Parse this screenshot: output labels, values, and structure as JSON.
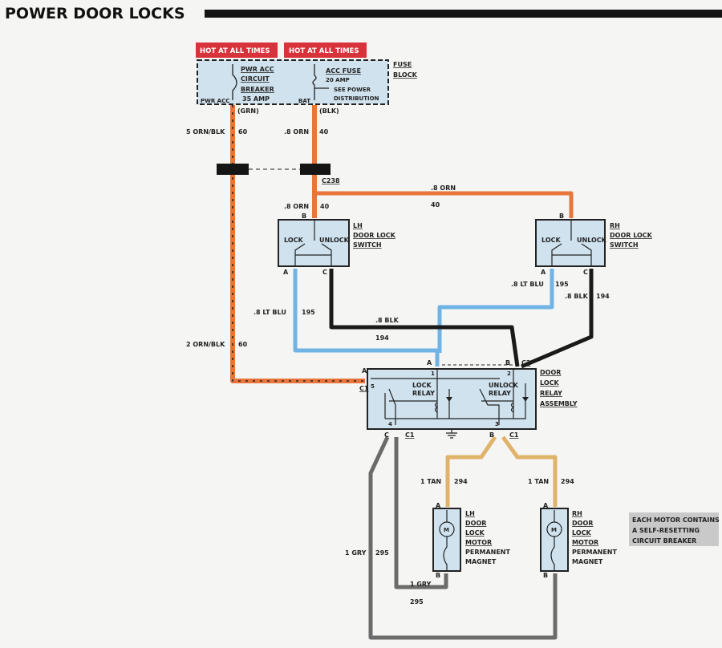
{
  "title": "POWER DOOR LOCKS",
  "colors": {
    "orange": "#e8753a",
    "black": "#1a1a1a",
    "lt_blue": "#6fb4e4",
    "tan": "#e0b36a",
    "gray": "#6b6b6b",
    "hot_label": "#d8333a",
    "component": "#cfe2ee"
  },
  "fuse_block": {
    "hot_labels": [
      "HOT AT ALL TIMES",
      "HOT AT ALL TIMES"
    ],
    "label": [
      "FUSE",
      "BLOCK"
    ],
    "breaker": [
      "PWR ACC",
      "CIRCUIT",
      "BREAKER"
    ],
    "breaker_rating": "35 AMP",
    "breaker_terminal": "PWR ACC",
    "breaker_conn": "(GRN)",
    "fuse": "ACC FUSE",
    "fuse_rating": "20 AMP",
    "fuse_terminal": "BAT",
    "fuse_conn": "(BLK)",
    "see_power": [
      "SEE POWER",
      "DISTRIBUTION"
    ]
  },
  "wires": {
    "w60_top": {
      "gauge": "5 ORN/BLK",
      "circuit": "60"
    },
    "w60_bottom": {
      "gauge": "2 ORN/BLK",
      "circuit": "60"
    },
    "w40_top": {
      "gauge": ".8 ORN",
      "circuit": "40"
    },
    "w40_lh": {
      "gauge": ".8 ORN",
      "circuit": "40"
    },
    "w40_rh": {
      "gauge": ".8 ORN",
      "circuit": "40"
    },
    "w195_lh": {
      "gauge": ".8 LT BLU",
      "circuit": "195"
    },
    "w195_rh": {
      "gauge": ".8 LT BLU",
      "circuit": "195"
    },
    "w194_mid": {
      "gauge": ".8 BLK",
      "circuit": "194"
    },
    "w194_rh": {
      "gauge": ".8 BLK",
      "circuit": "194"
    },
    "w294_lh": {
      "gauge": "1 TAN",
      "circuit": "294"
    },
    "w294_rh": {
      "gauge": "1 TAN",
      "circuit": "294"
    },
    "w295_left": {
      "gauge": "1 GRY",
      "circuit": "295"
    },
    "w295_bottom": {
      "gauge": "1 GRY",
      "circuit": "295"
    }
  },
  "connector_c238": "C238",
  "lh_switch": {
    "label": [
      "LH",
      "DOOR LOCK",
      "SWITCH"
    ],
    "lock": "LOCK",
    "unlock": "UNLOCK",
    "pins": [
      "B",
      "A",
      "C"
    ]
  },
  "rh_switch": {
    "label": [
      "RH",
      "DOOR LOCK",
      "SWITCH"
    ],
    "lock": "LOCK",
    "unlock": "UNLOCK",
    "pins": [
      "B",
      "A",
      "C"
    ]
  },
  "relay": {
    "label": [
      "DOOR",
      "LOCK",
      "RELAY",
      "ASSEMBLY"
    ],
    "lock_relay": [
      "LOCK",
      "RELAY"
    ],
    "unlock_relay": [
      "UNLOCK",
      "RELAY"
    ],
    "pins": {
      "A_c2": "A",
      "B_c2": "B",
      "c2": "C2",
      "A_c1": "A",
      "c1_left": "C1",
      "C_c1": "C",
      "c1_c": "C1",
      "B_c1": "B",
      "c1_b": "C1",
      "n1": "1",
      "n2": "2",
      "n3": "3",
      "n4": "4",
      "n5": "5"
    }
  },
  "lh_motor": {
    "label": [
      "LH",
      "DOOR",
      "LOCK",
      "MOTOR"
    ],
    "sub": [
      "PERMANENT",
      "MAGNET"
    ],
    "m": "M",
    "pins": [
      "A",
      "B"
    ]
  },
  "rh_motor": {
    "label": [
      "RH",
      "DOOR",
      "LOCK",
      "MOTOR"
    ],
    "sub": [
      "PERMANENT",
      "MAGNET"
    ],
    "m": "M",
    "pins": [
      "A",
      "B"
    ]
  },
  "note": [
    "EACH MOTOR CONTAINS",
    "A SELF-RESETTING",
    "CIRCUIT BREAKER"
  ]
}
